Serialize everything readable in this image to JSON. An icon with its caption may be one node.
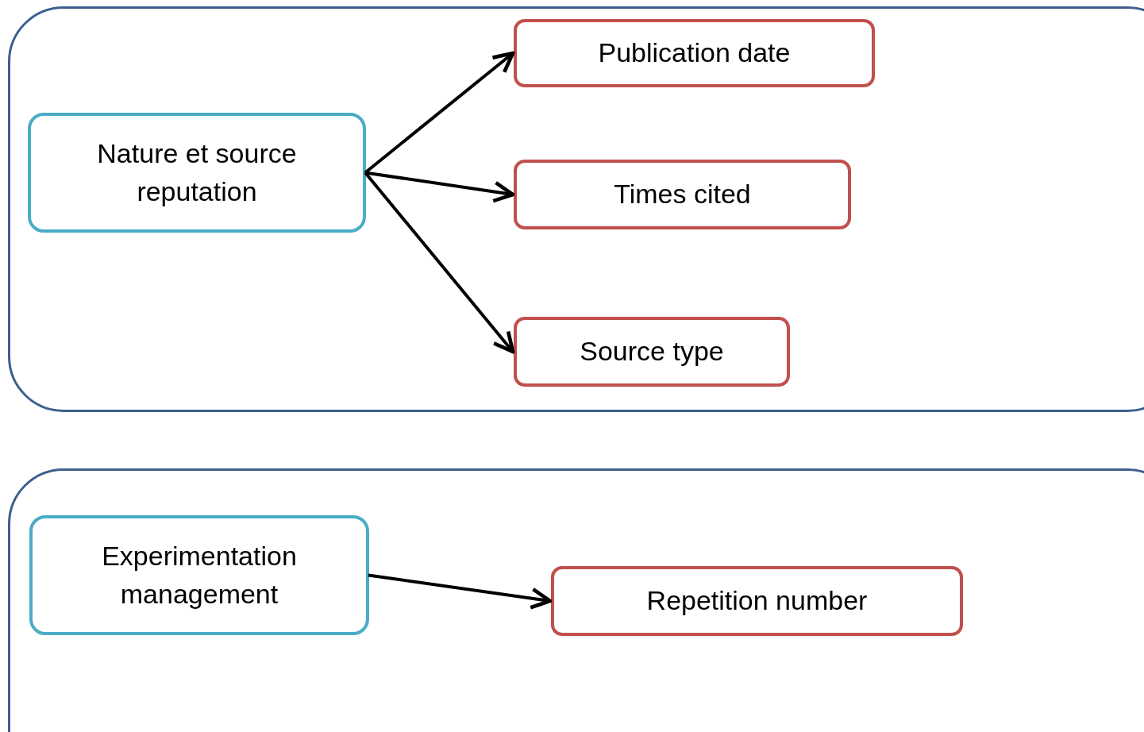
{
  "diagram": {
    "nodes": [
      {
        "text": [],
        "shape": "box"
      },
      {
        "text": [
          "Nature et source reputation"
        ],
        "in": 0
      },
      {
        "text": [
          "Publication date"
        ],
        "in": 0
      },
      {
        "text": [
          "Times cited"
        ],
        "in": 0
      },
      {
        "text": [
          "Source type"
        ],
        "in": 0
      },
      {
        "text": [],
        "shape": "box"
      },
      {
        "text": [
          "Experimentation management"
        ],
        "in": 5
      },
      {
        "text": [
          "Repetition number"
        ],
        "in": 5
      }
    ],
    "edges": [
      {
        "from": 1,
        "to": 2,
        "arrow": "to"
      },
      {
        "from": 1,
        "to": 3,
        "arrow": "to"
      },
      {
        "from": 1,
        "to": 4,
        "arrow": "to"
      },
      {
        "from": 6,
        "to": 7,
        "arrow": "to"
      }
    ]
  }
}
